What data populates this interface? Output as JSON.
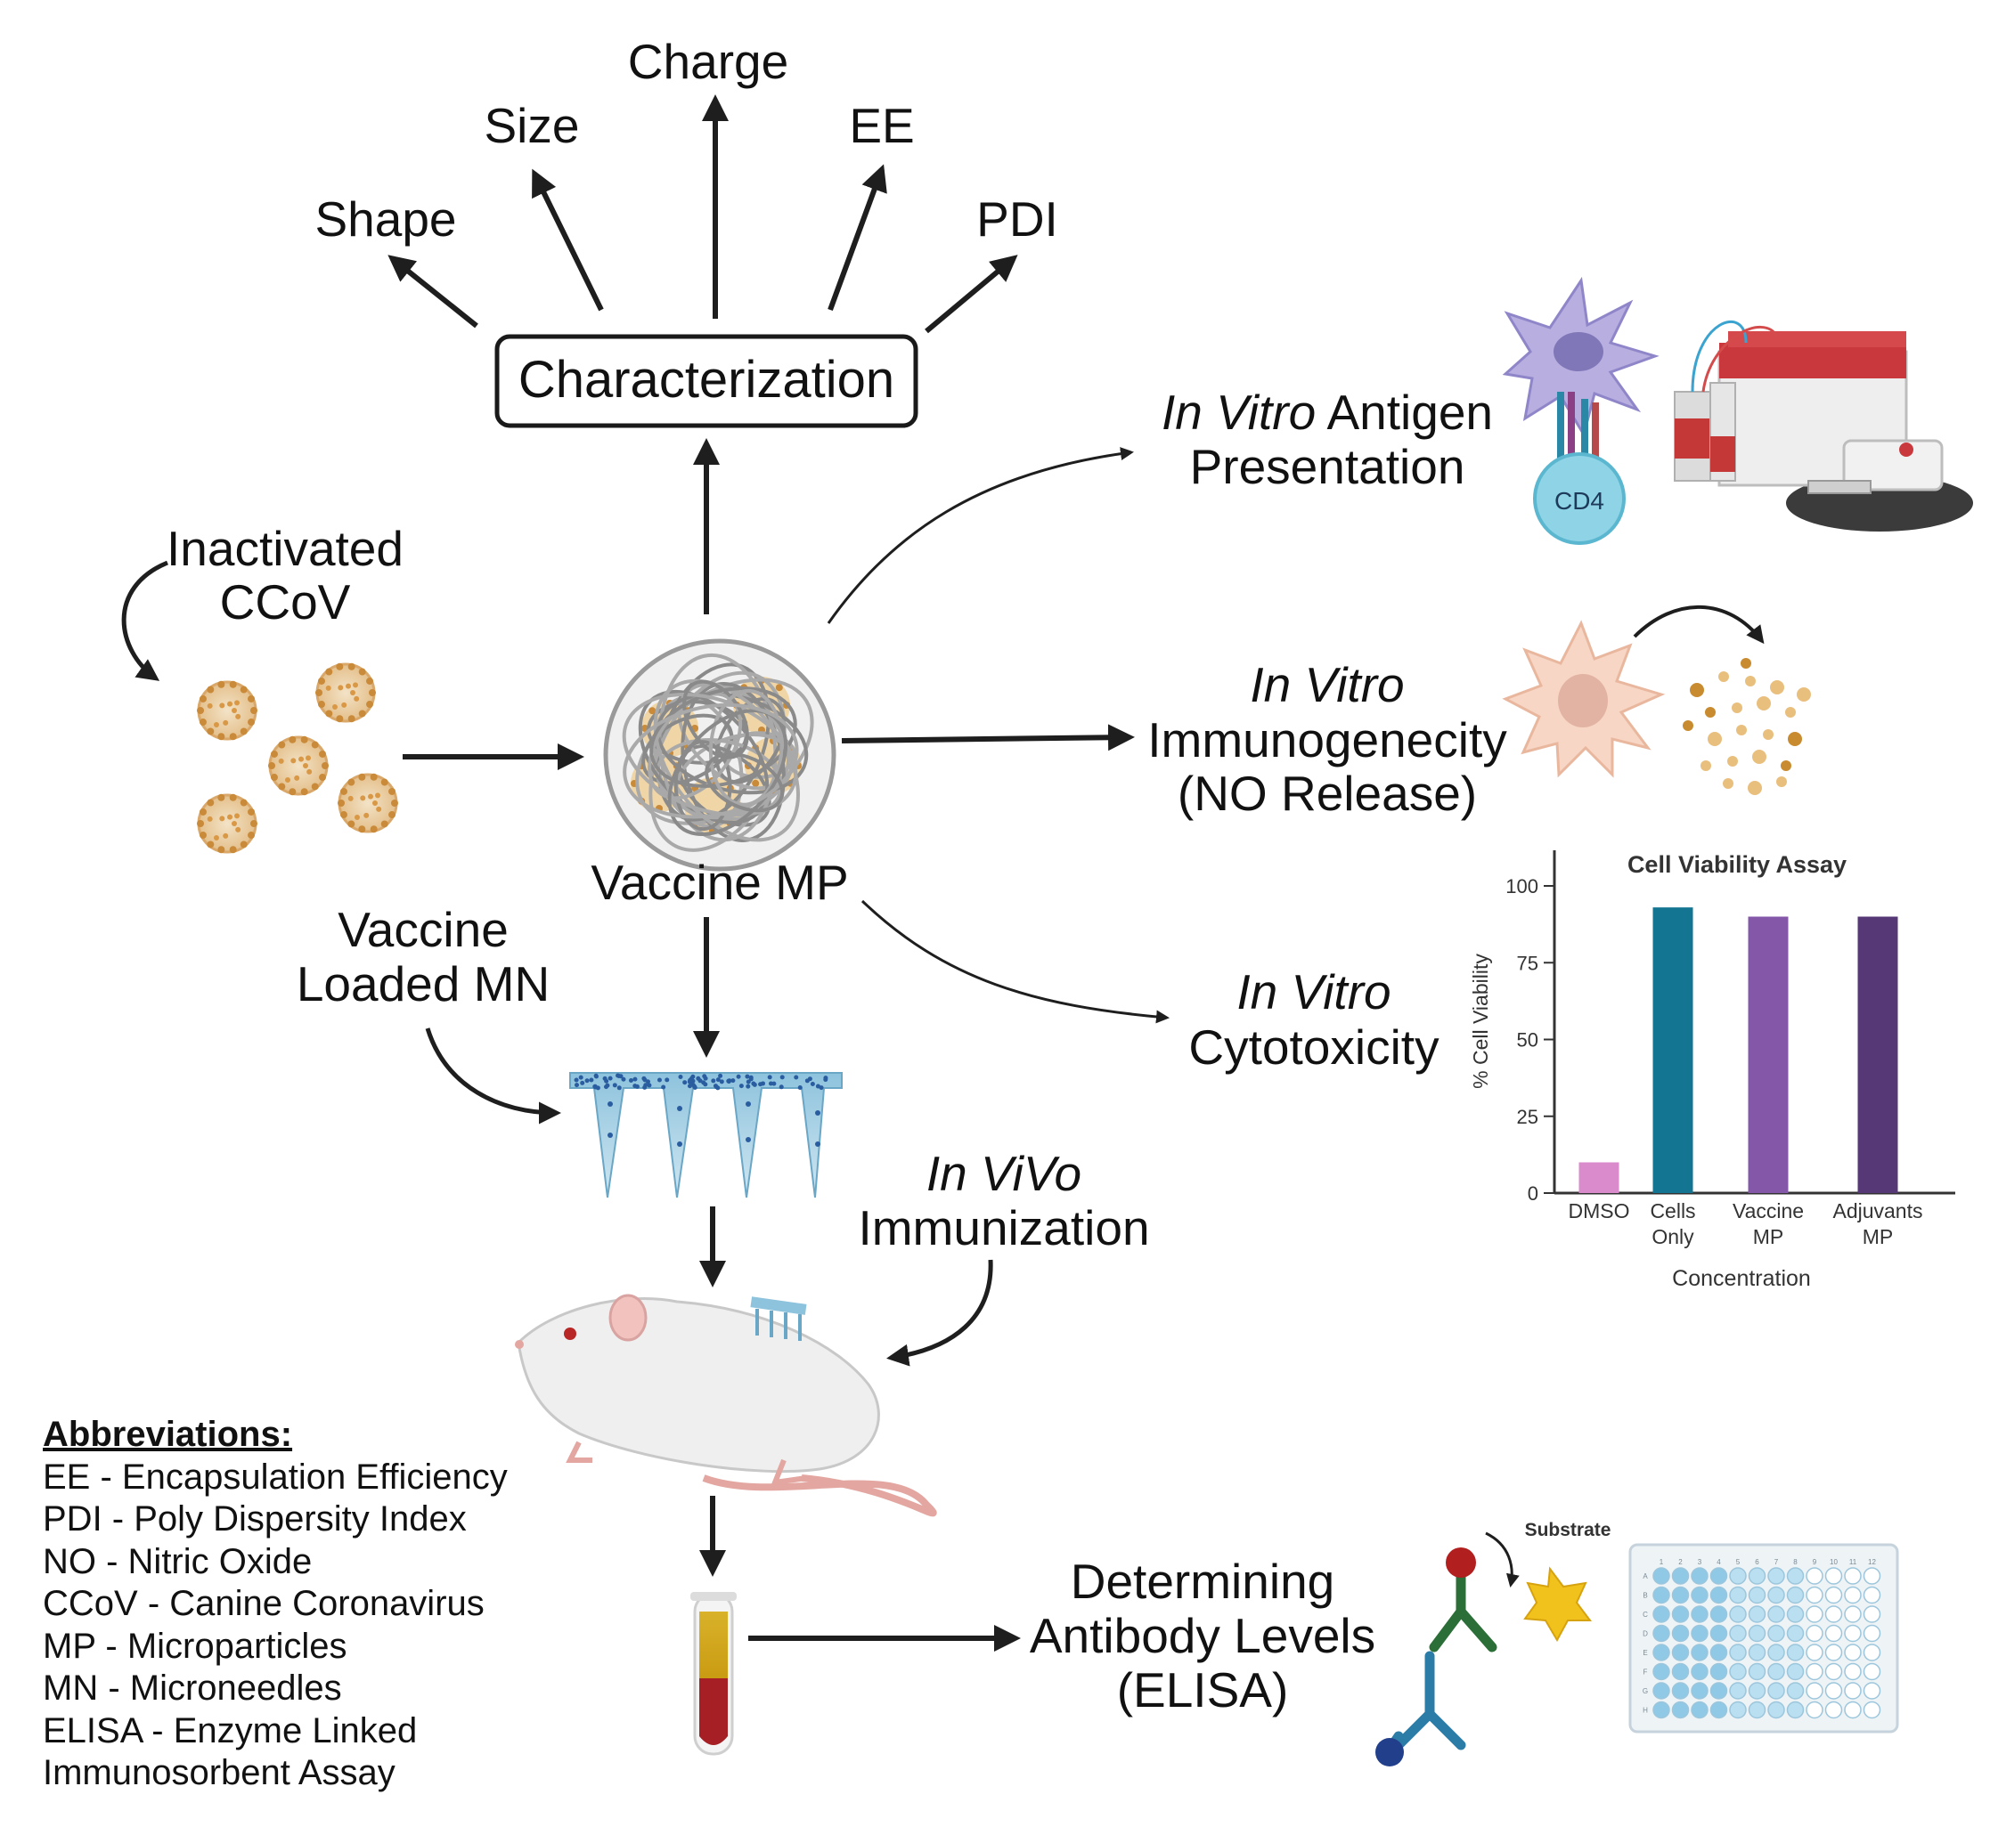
{
  "characterization": {
    "box_label": "Characterization",
    "properties": [
      "Shape",
      "Size",
      "Charge",
      "EE",
      "PDI"
    ]
  },
  "labels": {
    "inactivated": [
      "Inactivated",
      "CCoV"
    ],
    "vaccine_mp": "Vaccine MP",
    "vaccine_mn": [
      "Vaccine",
      "Loaded MN"
    ],
    "antigen_italic": "In Vitro",
    "antigen_rest": " Antigen",
    "antigen_line2": "Presentation",
    "immuno_italic": "In Vitro",
    "immuno_line2": "Immunogenecity",
    "immuno_line3": "(NO Release)",
    "cyto_italic": "In Vitro",
    "cyto_line2": "Cytotoxicity",
    "invivo_italic": "In ViVo",
    "invivo_line2": "Immunization",
    "elisa": [
      "Determining",
      "Antibody Levels",
      "(ELISA)"
    ],
    "cd4": "CD4",
    "substrate": "Substrate"
  },
  "plate": {
    "columns": [
      "1",
      "2",
      "3",
      "4",
      "5",
      "6",
      "7",
      "8",
      "9",
      "10",
      "11",
      "12"
    ],
    "rows": [
      "A",
      "B",
      "C",
      "D",
      "E",
      "F",
      "G",
      "H"
    ]
  },
  "chart_data": {
    "type": "bar",
    "title": "Cell Viability Assay",
    "xlabel": "Concentration",
    "ylabel": "% Cell Viability",
    "ylim": [
      0,
      100
    ],
    "yticks": [
      "0",
      "25",
      "50",
      "75",
      "100"
    ],
    "categories": [
      [
        "DMSO"
      ],
      [
        "Cells",
        "Only"
      ],
      [
        "Vaccine",
        "MP"
      ],
      [
        "Adjuvants",
        "MP"
      ]
    ],
    "values": [
      10,
      93,
      90,
      90
    ],
    "colors": [
      "#d98bcc",
      "#137591",
      "#8557a8",
      "#573877"
    ]
  },
  "abbreviations": {
    "heading": "Abbreviations:",
    "items": [
      "EE - Encapsulation Efficiency",
      "PDI - Poly Dispersity Index",
      "NO - Nitric Oxide",
      "CCoV - Canine Coronavirus",
      "MP - Microparticles",
      "MN - Microneedles",
      "ELISA - Enzyme Linked",
      "Immunosorbent Assay"
    ]
  }
}
